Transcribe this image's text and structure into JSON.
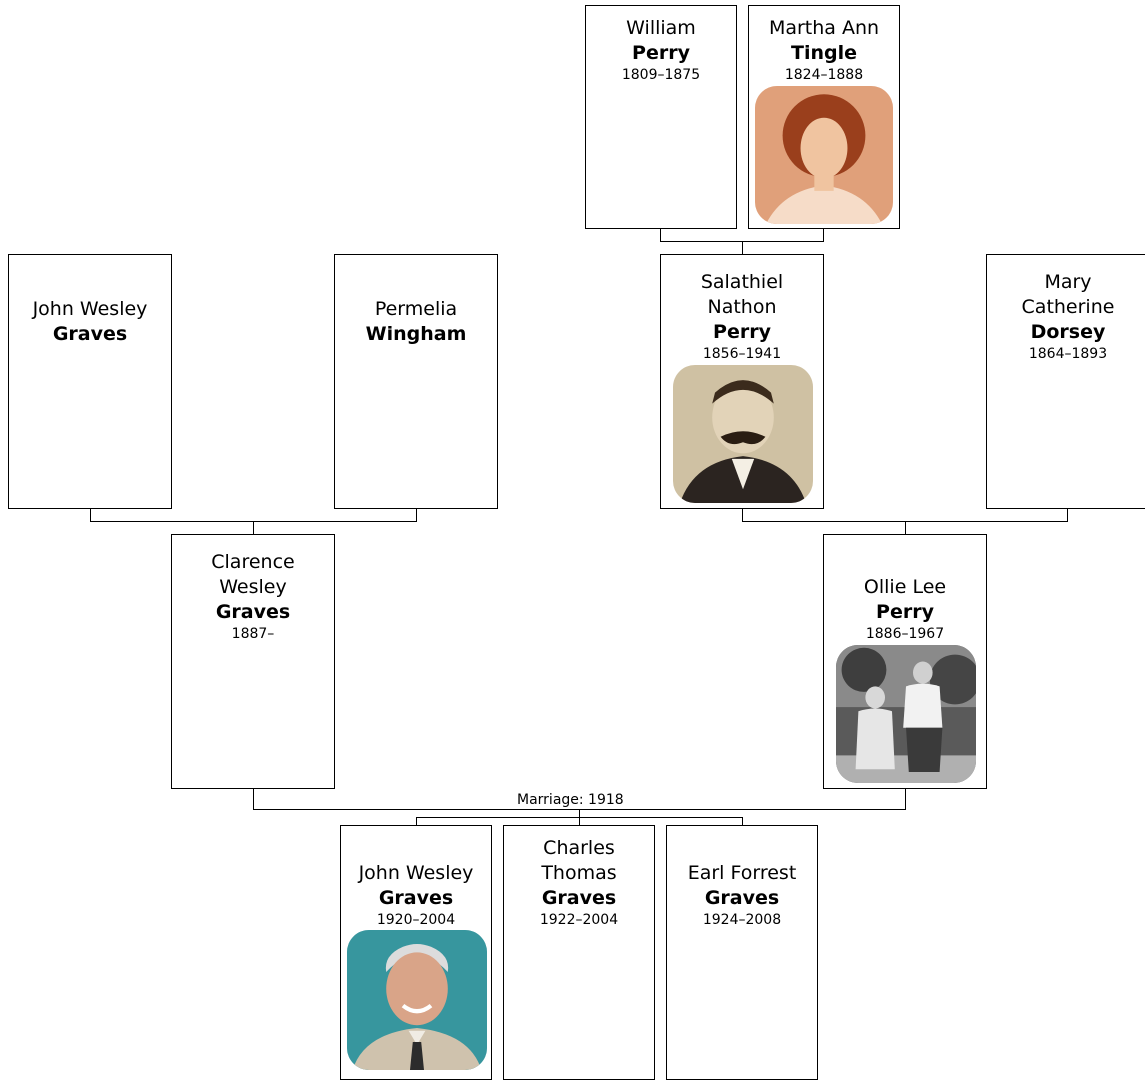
{
  "people": {
    "william_perry": {
      "given": "William",
      "surname": "Perry",
      "dates": "1809–1875"
    },
    "martha_tingle": {
      "given": "Martha Ann",
      "surname": "Tingle",
      "dates": "1824–1888"
    },
    "john_wesley_graves_sr": {
      "given": "John Wesley",
      "surname": "Graves"
    },
    "permelia_wingham": {
      "given": "Permelia",
      "surname": "Wingham"
    },
    "salathiel_perry": {
      "given_1": "Salathiel",
      "given_2": "Nathon",
      "surname": "Perry",
      "dates": "1856–1941"
    },
    "mary_dorsey": {
      "given_1": "Mary",
      "given_2": "Catherine",
      "surname": "Dorsey",
      "dates": "1864–1893"
    },
    "clarence_graves": {
      "given_1": "Clarence",
      "given_2": "Wesley",
      "surname": "Graves",
      "dates": "1887–"
    },
    "ollie_perry": {
      "given": "Ollie Lee",
      "surname": "Perry",
      "dates": "1886–1967"
    },
    "john_wesley_graves_jr": {
      "given": "John Wesley",
      "surname": "Graves",
      "dates": "1920–2004"
    },
    "charles_graves": {
      "given_1": "Charles",
      "given_2": "Thomas",
      "surname": "Graves",
      "dates": "1922–2004"
    },
    "earl_graves": {
      "given": "Earl Forrest",
      "surname": "Graves",
      "dates": "1924–2008"
    }
  },
  "marriage_label": "Marriage: 1918"
}
